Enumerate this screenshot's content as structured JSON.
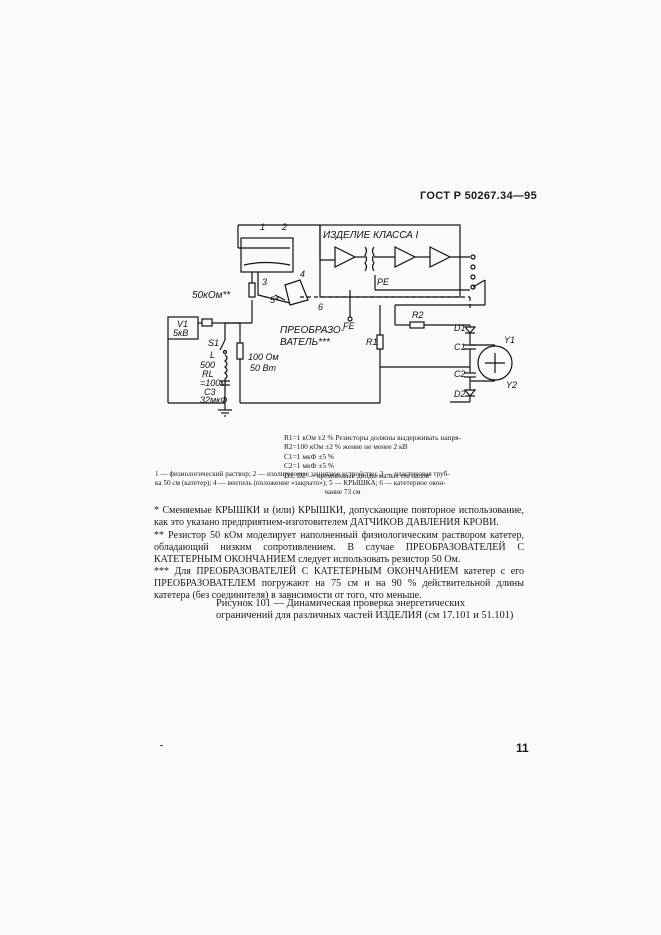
{
  "header": {
    "standard": "ГОСТ Р 50267.34—95"
  },
  "diagram": {
    "device_class_label": "ИЗДЕЛИЕ КЛАССА I",
    "container_labels": [
      "1",
      "2",
      "3",
      "4"
    ],
    "valve_label": "5*",
    "cable_label": "6",
    "resistor_top": "50кОм**",
    "source_name": "V1",
    "source_value": "5кВ",
    "s1": "S1",
    "l": "L",
    "rl_value": "500",
    "rl_label": "RL",
    "rl_unit": "=100м",
    "c3_label": "C3",
    "c3_value": "32мкФ",
    "resistor_right_value": "100 Ом",
    "resistor_right_power": "50 Вт",
    "transducer_label_line1": "ПРЕОБРАЗО-",
    "transducer_label_line2": "ВАТЕЛЬ***",
    "fe_label": "FE",
    "pe_label": "PE",
    "r1": "R1",
    "r2": "R2",
    "d1": "D1",
    "d2": "D2",
    "c1": "C1",
    "c2": "C2",
    "y1": "Y1",
    "y2": "Y2"
  },
  "legend": {
    "lines": [
      "R1=1 кОм ±2 %   Резисторы должны выдерживать напря-",
      "R2=100 кОм ±2 % жение не менее 2 кВ",
      "C1=1 мкФ ±5 %",
      "C2=1 мкФ ±5 %",
      "D1, D2 — кремниевые диоды малых сигналов"
    ]
  },
  "key_notes": [
    "1 — физиологический раствор; 2 — изолирующее защитное устройство; 3 — пластиковая труб-",
    "ка 50 см (катетер); 4 — вентиль (положение «закрыто»); 5 — КРЫШКА; 6 — катетерное окон-",
    "чание 73 см"
  ],
  "footnotes": {
    "f1": "* Сменяемые КРЫШКИ и (или) КРЫШКИ, допускающие повторное использование, как это указано предприятием-изготовителем ДАТЧИКОВ ДАВЛЕНИЯ КРОВИ.",
    "f2": "** Резистор 50 кОм моделирует наполненный физиологическим раствором катетер, обладающий низким сопротивлением. В случае ПРЕОБРАЗОВАТЕЛЕЙ С КАТЕТЕРНЫМ ОКОНЧАНИЕМ следует использовать резистор 50 Ом.",
    "f3": "*** Для ПРЕОБРАЗОВАТЕЛЕЙ С КАТЕТЕРНЫМ ОКОНЧАНИЕМ катетер с его ПРЕОБРАЗОВАТЕЛЕМ погружают на 75 см и на 90 % действительной длины катетера (без соединителя) в зависимости от того, что меньше."
  },
  "figure_caption": "Рисунок 101 — Динамическая проверка энергетических ограничений для различных частей ИЗДЕЛИЯ (см 17.101 и 51.101)",
  "page_number": "11"
}
